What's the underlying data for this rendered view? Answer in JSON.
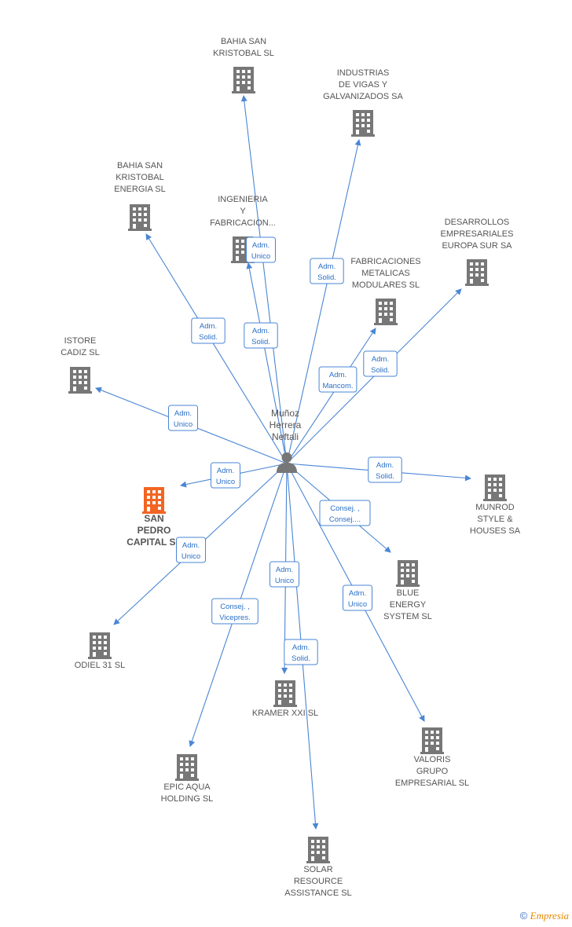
{
  "center": {
    "name_lines": [
      "Muñoz",
      "Herrera",
      "Neftali"
    ]
  },
  "colors": {
    "edge": "#4a86d4",
    "building": "#777777",
    "highlight": "#f26522",
    "label": "#555555"
  },
  "nodes": [
    {
      "id": "bahia_san_kristobal",
      "lines": [
        "BAHIA SAN",
        "KRISTOBAL SL"
      ],
      "highlight": false
    },
    {
      "id": "industrias_vigas",
      "lines": [
        "INDUSTRIAS",
        "DE VIGAS Y",
        "GALVANIZADOS SA"
      ],
      "highlight": false
    },
    {
      "id": "bahia_energia",
      "lines": [
        "BAHIA SAN",
        "KRISTOBAL",
        "ENERGIA  SL"
      ],
      "highlight": false
    },
    {
      "id": "ingenieria",
      "lines": [
        "INGENIERIA",
        "Y",
        "FABRICACION..."
      ],
      "highlight": false
    },
    {
      "id": "desarrollos",
      "lines": [
        "DESARROLLOS",
        "EMPRESARIALES",
        "EUROPA SUR SA"
      ],
      "highlight": false
    },
    {
      "id": "fabricaciones",
      "lines": [
        "FABRICACIONES",
        "METALICAS",
        "MODULARES SL"
      ],
      "highlight": false
    },
    {
      "id": "istore",
      "lines": [
        "ISTORE",
        "CADIZ SL"
      ],
      "highlight": false
    },
    {
      "id": "san_pedro",
      "lines": [
        "SAN",
        "PEDRO",
        "CAPITAL  SL"
      ],
      "highlight": true
    },
    {
      "id": "munrod",
      "lines": [
        "MUNROD",
        "STYLE &",
        "HOUSES SA"
      ],
      "highlight": false
    },
    {
      "id": "blue_energy",
      "lines": [
        "BLUE",
        "ENERGY",
        "SYSTEM  SL"
      ],
      "highlight": false
    },
    {
      "id": "odiel",
      "lines": [
        "ODIEL 31 SL"
      ],
      "highlight": false
    },
    {
      "id": "kramer",
      "lines": [
        "KRAMER XXI SL"
      ],
      "highlight": false
    },
    {
      "id": "valoris",
      "lines": [
        "VALORIS",
        "GRUPO",
        "EMPRESARIAL SL"
      ],
      "highlight": false
    },
    {
      "id": "epic_aqua",
      "lines": [
        "EPIC AQUA",
        "HOLDING  SL"
      ],
      "highlight": false
    },
    {
      "id": "solar",
      "lines": [
        "SOLAR",
        "RESOURCE",
        "ASSISTANCE  SL"
      ],
      "highlight": false
    }
  ],
  "edges": [
    {
      "to": "bahia_san_kristobal",
      "label": [
        "Adm.",
        "Solid."
      ]
    },
    {
      "to": "industrias_vigas",
      "label": [
        "Adm.",
        "Solid."
      ]
    },
    {
      "to": "bahia_energia",
      "label": [
        "Adm.",
        "Solid."
      ]
    },
    {
      "to": "ingenieria",
      "label": [
        "Adm.",
        "Unico"
      ]
    },
    {
      "to": "desarrollos",
      "label": [
        "Adm.",
        "Solid."
      ]
    },
    {
      "to": "fabricaciones",
      "label": [
        "Adm.",
        "Mancom."
      ]
    },
    {
      "to": "istore",
      "label": [
        "Adm.",
        "Unico"
      ]
    },
    {
      "to": "san_pedro",
      "label": [
        "Adm.",
        "Unico"
      ]
    },
    {
      "to": "munrod",
      "label": [
        "Adm.",
        "Solid."
      ]
    },
    {
      "to": "blue_energy",
      "label": [
        "Consej. ,",
        "Consej...."
      ]
    },
    {
      "to": "odiel",
      "label": [
        "Adm.",
        "Unico"
      ]
    },
    {
      "to": "kramer",
      "label": [
        "Adm.",
        "Unico"
      ]
    },
    {
      "to": "solar",
      "label": [
        "Adm.",
        "Solid."
      ]
    },
    {
      "to": "valoris",
      "label": [
        "Adm.",
        "Unico"
      ]
    },
    {
      "to": "epic_aqua",
      "label": [
        "Consej. ,",
        "Vicepres."
      ]
    }
  ],
  "footer": {
    "copyright": "©",
    "brand": "Empresia"
  }
}
